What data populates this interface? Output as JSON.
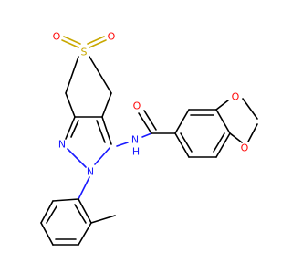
{
  "molecule": {
    "atoms": {
      "sulfur": "S",
      "sulfone_oxygen_left": "O",
      "sulfone_oxygen_right": "O",
      "pyrazole_n1": "N",
      "pyrazole_n2": "N",
      "amide_nitrogen": "N",
      "amide_hydrogen": "H",
      "carbonyl_oxygen": "O",
      "dioxole_oxygen_top": "O",
      "dioxole_oxygen_bottom": "O"
    },
    "colors": {
      "carbon_bond": "#000000",
      "nitrogen": "#1a1aff",
      "oxygen": "#ff0d0d",
      "sulfur": "#c8a800"
    }
  }
}
